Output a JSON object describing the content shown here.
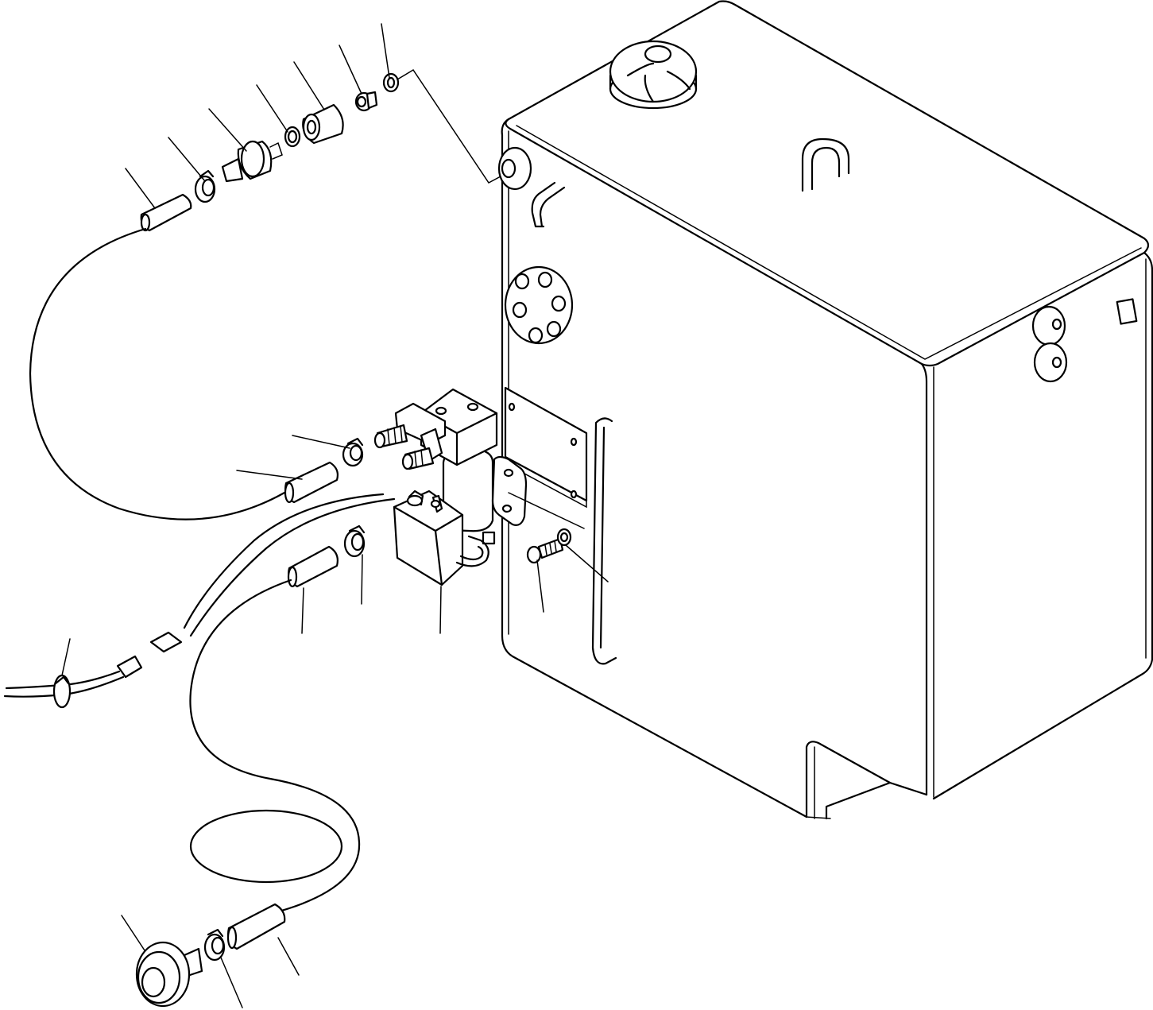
{
  "figure": {
    "type": "exploded parts diagram",
    "text_labels": [],
    "line_color": "#000000",
    "background": "#ffffff"
  },
  "parts": [
    {
      "name": "hydraulic-tank",
      "icon": "tank-icon"
    },
    {
      "name": "filler-cap",
      "icon": "cap-icon"
    },
    {
      "name": "fuel-filter-head",
      "icon": "filter-head-icon"
    },
    {
      "name": "electric-pump",
      "icon": "pump-icon"
    },
    {
      "name": "mounting-bracket",
      "icon": "bracket-icon"
    },
    {
      "name": "bolt",
      "icon": "bolt-icon"
    },
    {
      "name": "washer",
      "icon": "washer-icon"
    },
    {
      "name": "hose",
      "icon": "hose-icon"
    },
    {
      "name": "hose-clamp",
      "icon": "clamp-icon"
    },
    {
      "name": "connector",
      "icon": "connector-icon"
    },
    {
      "name": "adapter",
      "icon": "adapter-icon"
    },
    {
      "name": "o-ring",
      "icon": "o-ring-icon"
    },
    {
      "name": "plug",
      "icon": "plug-icon"
    }
  ]
}
